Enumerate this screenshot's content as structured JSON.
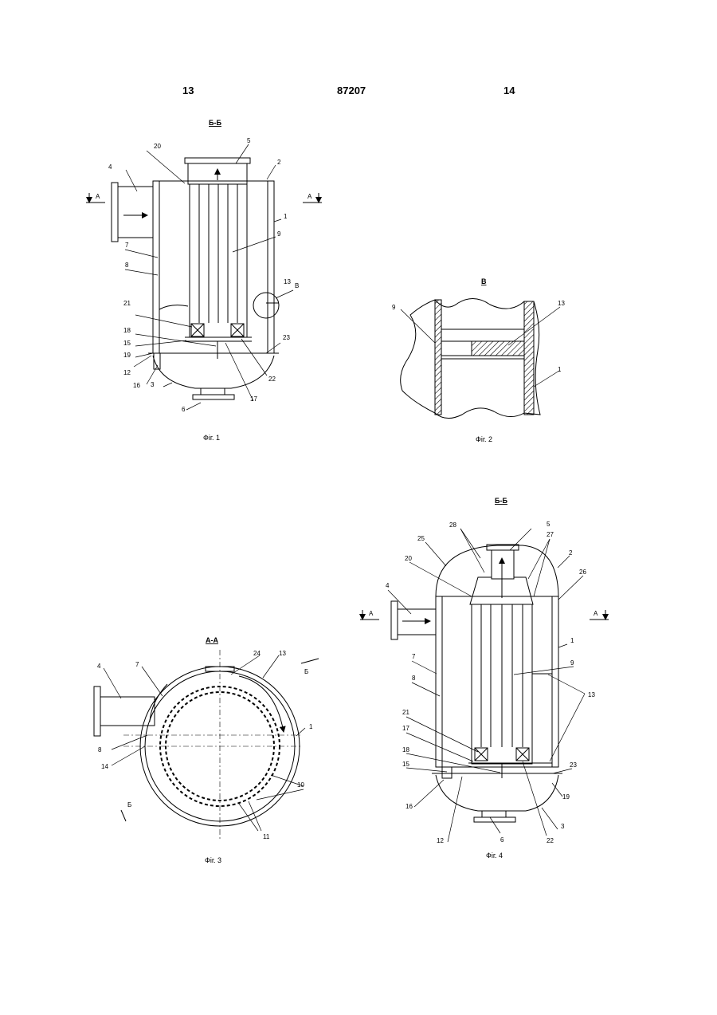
{
  "header": {
    "page_left": "13",
    "patent_number": "87207",
    "page_right": "14"
  },
  "fig1": {
    "caption": "Фіг. 1",
    "section": "Б-Б",
    "labels": [
      "1",
      "2",
      "3",
      "4",
      "5",
      "6",
      "7",
      "8",
      "9",
      "12",
      "13",
      "15",
      "16",
      "17",
      "18",
      "19",
      "20",
      "21",
      "22",
      "23"
    ],
    "section_marks": [
      "А",
      "А"
    ],
    "detail_mark": "В"
  },
  "fig2": {
    "caption": "Фіг. 2",
    "section": "В",
    "labels": [
      "9",
      "13",
      "1"
    ]
  },
  "fig3": {
    "caption": "Фіг. 3",
    "section": "А-А",
    "labels": [
      "4",
      "7",
      "24",
      "13",
      "1",
      "8",
      "14",
      "10",
      "11"
    ],
    "section_marks": [
      "Б",
      "Б"
    ]
  },
  "fig4": {
    "caption": "Фіг. 4",
    "section": "Б-Б",
    "labels": [
      "5",
      "28",
      "27",
      "25",
      "2",
      "20",
      "26",
      "4",
      "1",
      "7",
      "9",
      "8",
      "13",
      "21",
      "17",
      "18",
      "15",
      "23",
      "19",
      "16",
      "3",
      "12",
      "6",
      "22"
    ],
    "section_marks": [
      "А",
      "А"
    ]
  }
}
